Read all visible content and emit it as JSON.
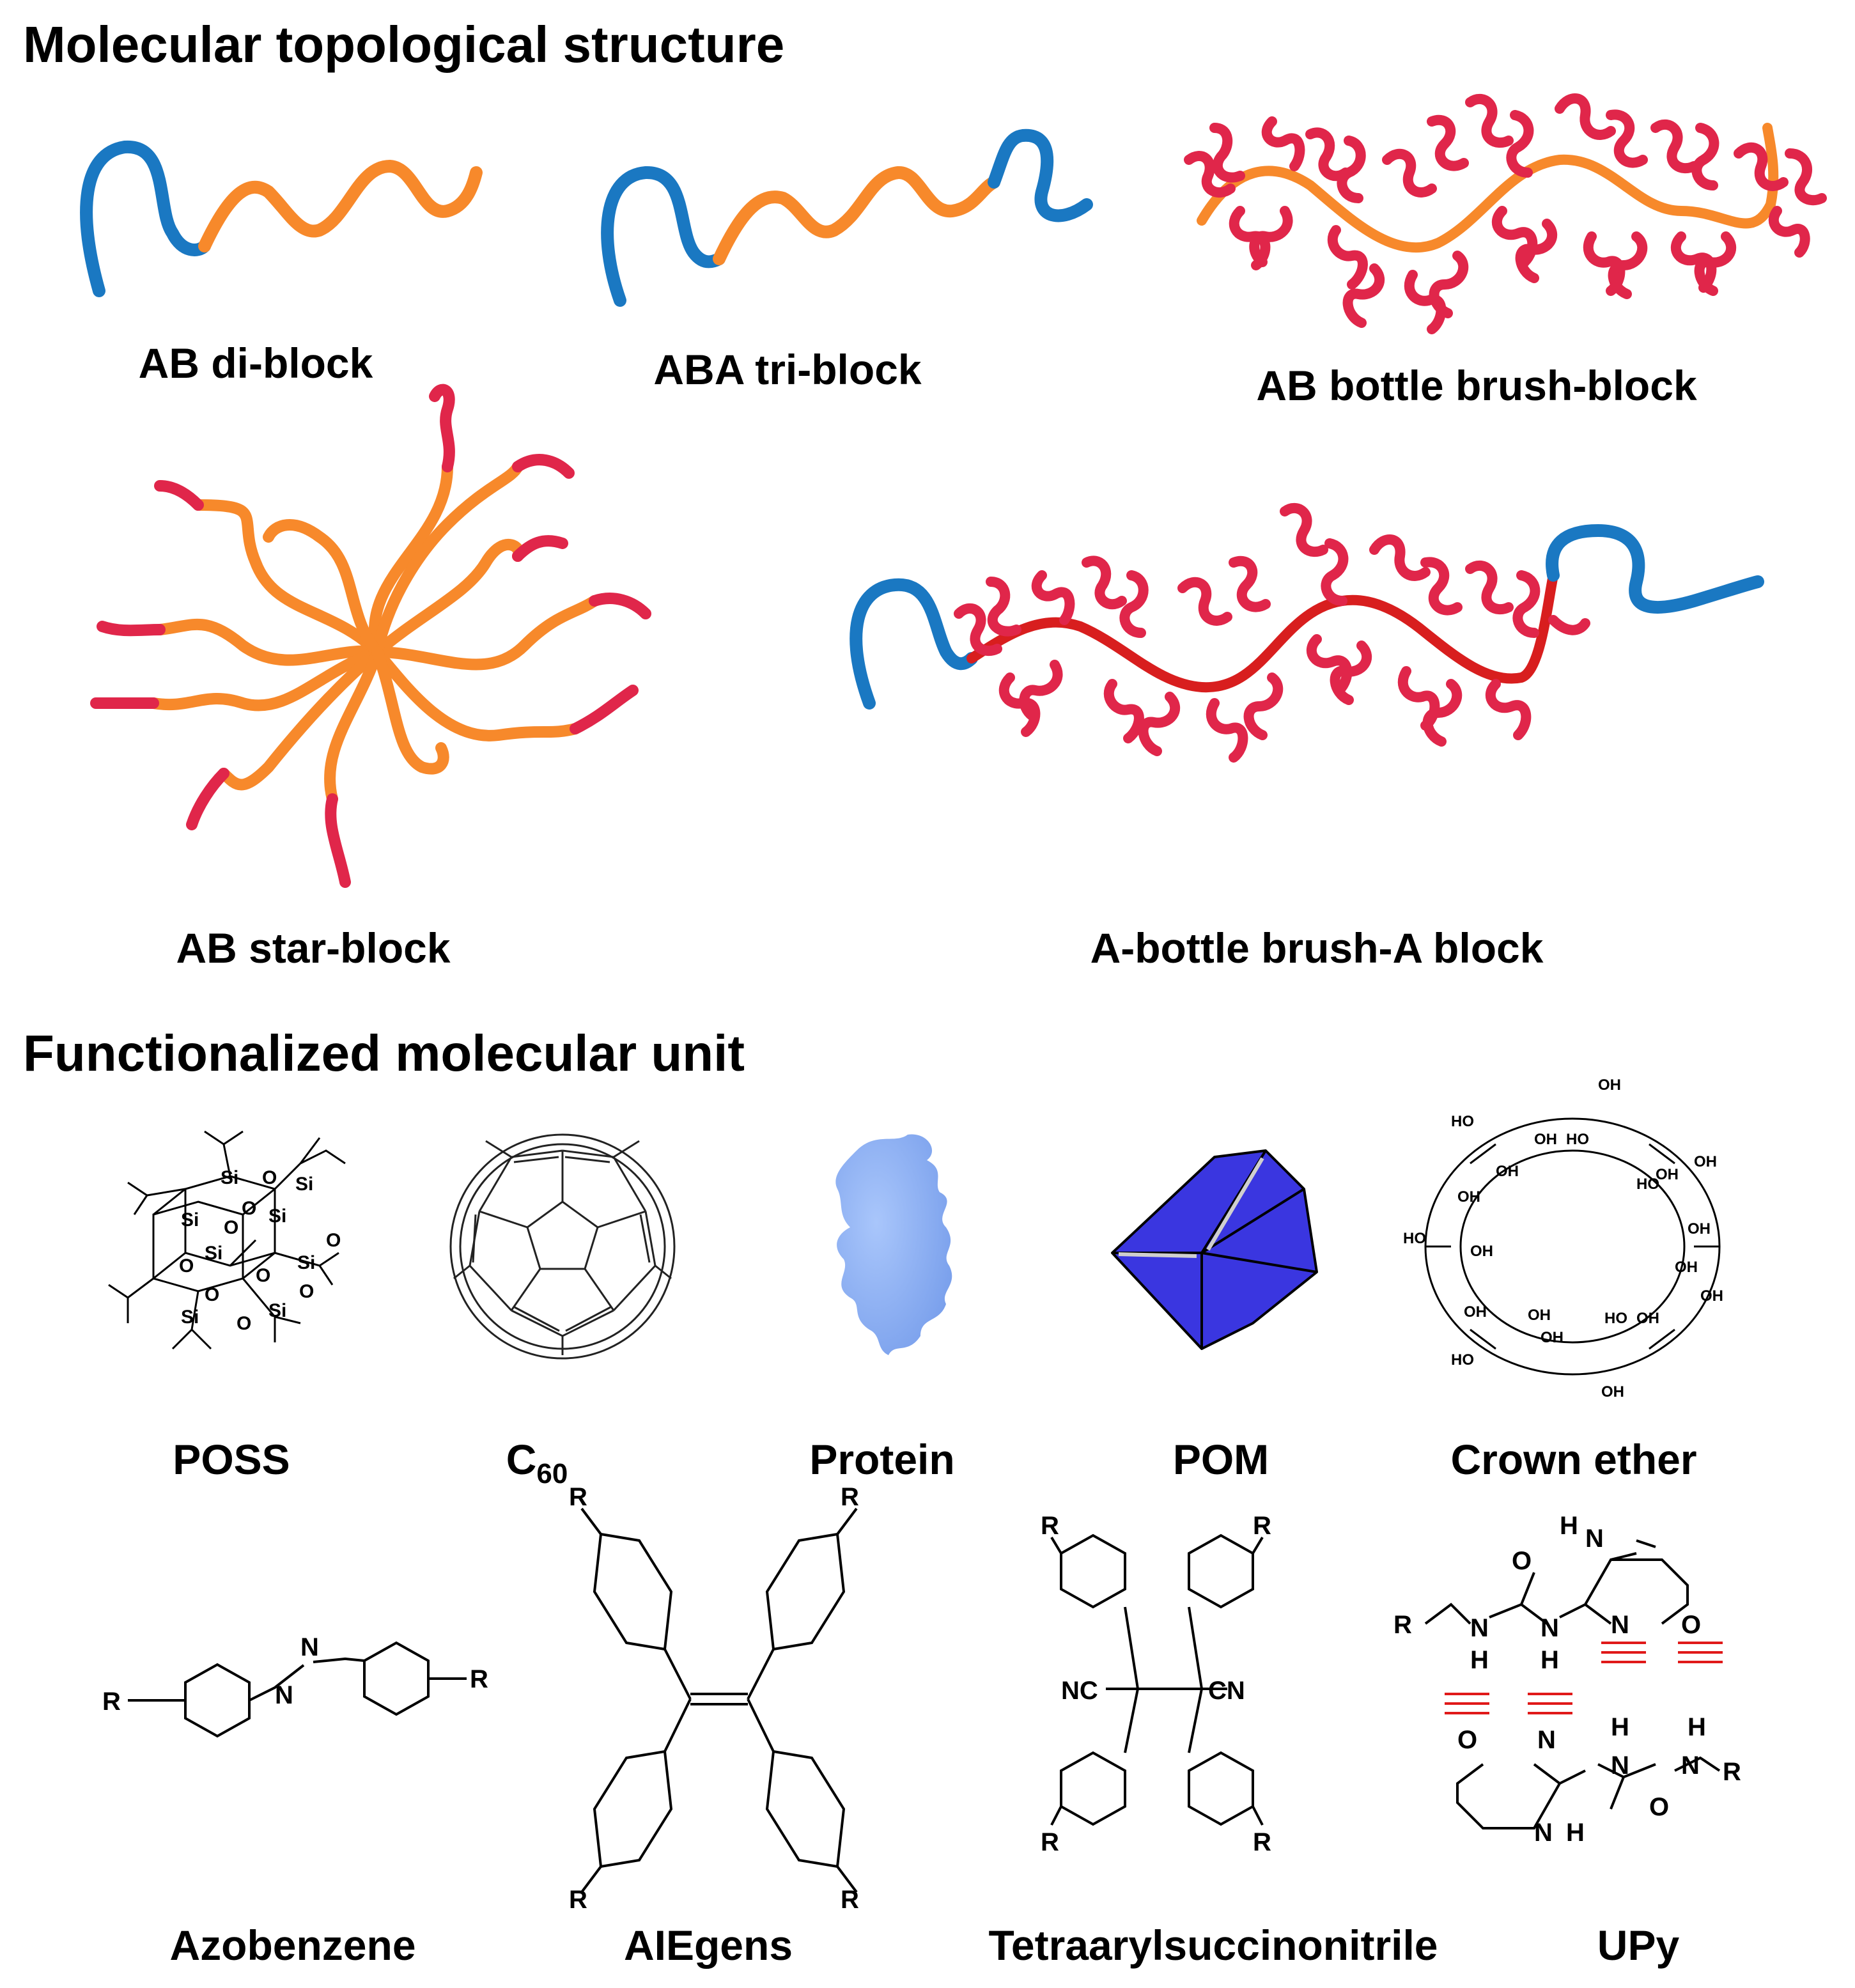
{
  "sections": {
    "topology_title": "Molecular topological structure",
    "functional_title": "Functionalized molecular unit"
  },
  "topology_labels": {
    "ab_diblock": "AB di-block",
    "aba_triblock": "ABA tri-block",
    "ab_bottlebrush": "AB bottle brush-block",
    "ab_star": "AB star-block",
    "a_bottlebrush_a": "A-bottle brush-A block"
  },
  "unit_labels": {
    "poss": "POSS",
    "c60_base": "C",
    "c60_sub": "60",
    "protein": "Protein",
    "pom": "POM",
    "crown_ether": "Crown ether",
    "azobenzene": "Azobenzene",
    "aiegens": "AIEgens",
    "tetraaryl": "Tetraarylsuccinonitrile",
    "upy": "UPy"
  },
  "colors": {
    "block_a": "#1a78c2",
    "block_b": "#f7892b",
    "brush": "#e0264a",
    "backbone_red": "#d81e1e",
    "protein": "#8fb4f5",
    "pom": "#3a36e0",
    "hbond": "#e01919"
  },
  "atoms": {
    "si": "Si",
    "o": "O",
    "oh": "OH",
    "ho": "HO",
    "r": "R",
    "n": "N",
    "h": "H",
    "nc": "NC",
    "cn": "CN"
  }
}
